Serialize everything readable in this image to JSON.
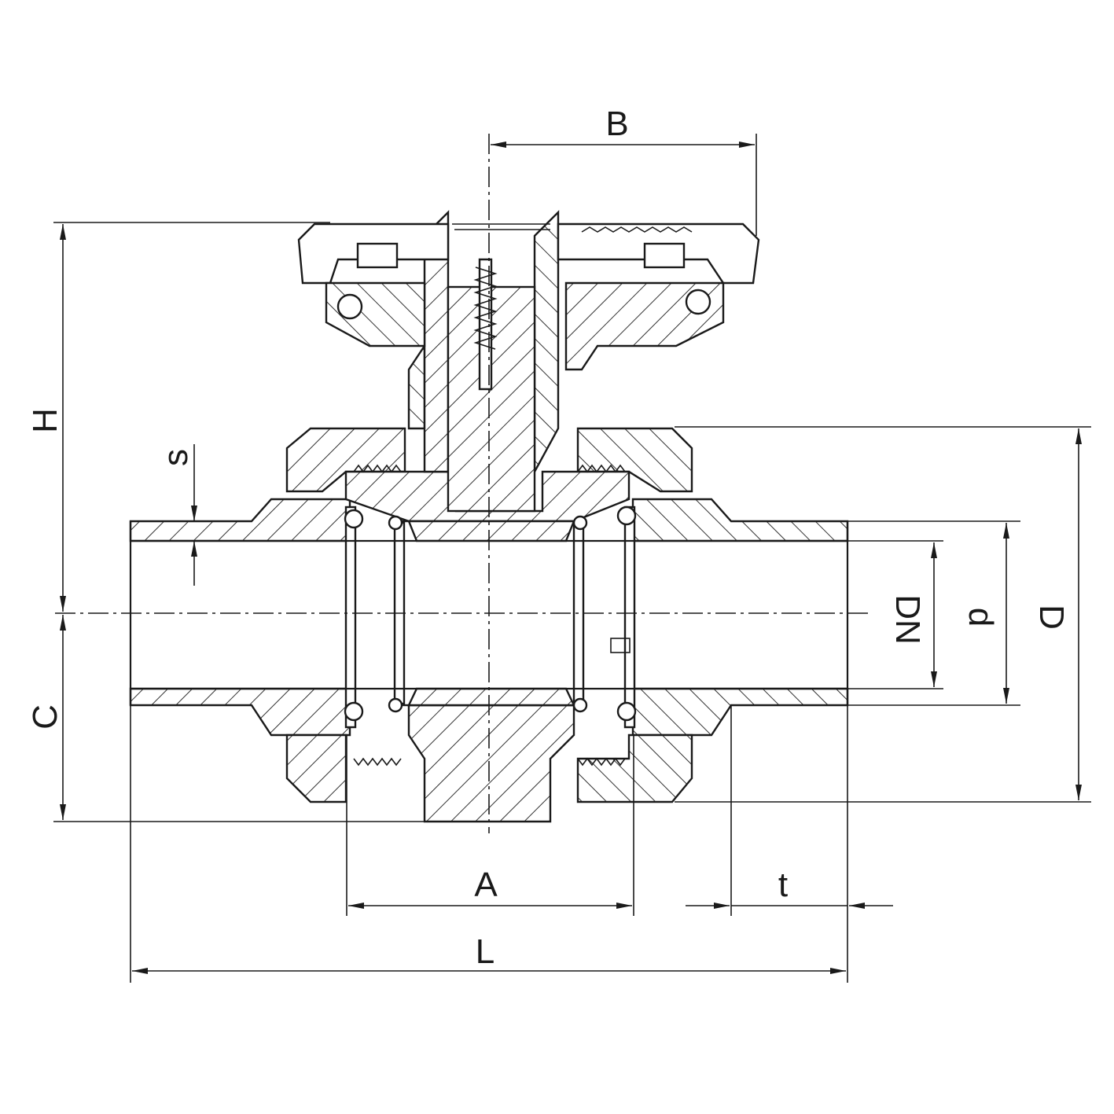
{
  "drawing": {
    "title": "Ball valve sectional drawing with dimensions",
    "dimension_labels": {
      "B": "B",
      "H": "H",
      "s": "s",
      "C": "C",
      "DN": "DN",
      "d": "d",
      "D": "D",
      "A": "A",
      "t": "t",
      "L": "L"
    },
    "line_color": "#1a1a1a",
    "background": "#ffffff"
  }
}
